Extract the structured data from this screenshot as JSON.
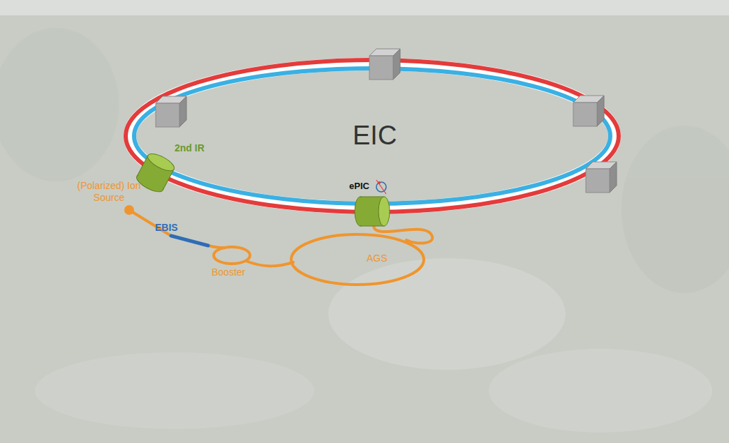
{
  "diagram": {
    "labels": [
      "2nd IR",
      "EIC",
      "ePIC",
      "(Polarized) Ion Source",
      "EBIS",
      "Booster",
      "AGS"
    ]
  }
}
